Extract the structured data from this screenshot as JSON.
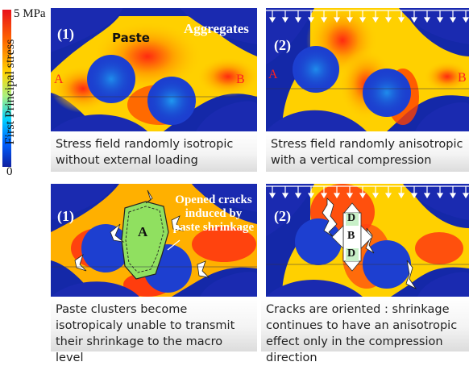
{
  "colorbar": {
    "max_label": "5 MPa",
    "min_label": "0",
    "title": "First Principal stress",
    "colors": [
      "#e8101a",
      "#ff6a00",
      "#ffd400",
      "#a8f080",
      "#00d0ff",
      "#0060ff",
      "#1020a0"
    ]
  },
  "panels": {
    "top_left": {
      "number": "(1)",
      "paste_label": "Paste",
      "aggregates_label": "Aggregates",
      "point_a": "A",
      "point_b": "B"
    },
    "top_right": {
      "number": "(2)",
      "point_a": "A",
      "point_b": "B"
    },
    "bottom_left": {
      "number": "(1)",
      "cluster_label": "A",
      "crack_note": "Opened cracks induced by paste shrinkage"
    },
    "bottom_right": {
      "number": "(2)",
      "top_d": "D",
      "middle_b": "B",
      "bottom_d": "D"
    }
  },
  "captions": {
    "top_left": "Stress field randomly isotropic without external loading",
    "top_right": "Stress field randomly anisotropic with a vertical compression",
    "bottom_left": "Paste clusters become isotropicaly unable to transmit their shrinkage to the macro level",
    "bottom_right": "Cracks are oriented : shrinkage continues to have an anisotropic effect only in the compression direction"
  }
}
